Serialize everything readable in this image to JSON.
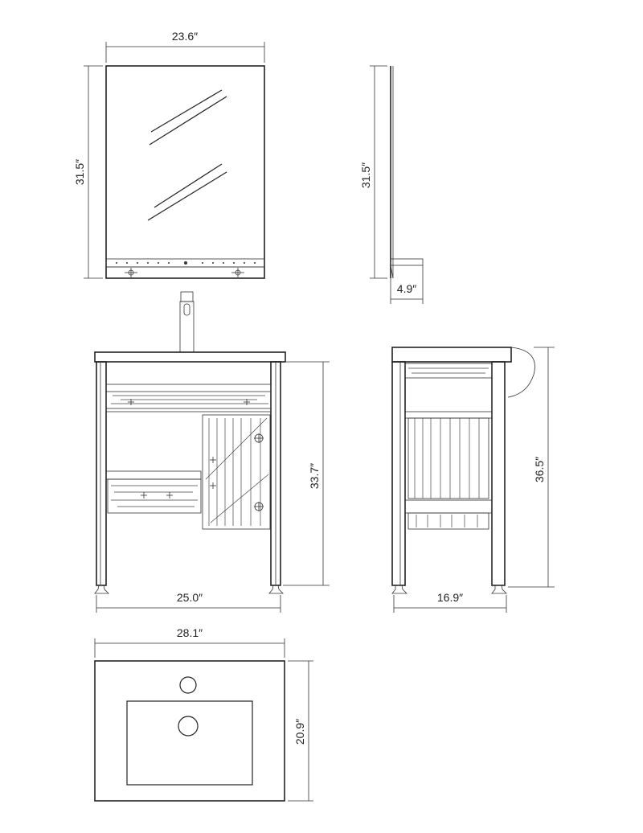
{
  "dimensions": {
    "mirror_width": "23.6″",
    "mirror_height": "31.5″",
    "mirror_side_height": "31.5″",
    "mirror_depth": "4.9″",
    "vanity_height": "33.7″",
    "vanity_width": "25.0″",
    "vanity_total_height": "36.5″",
    "vanity_depth": "16.9″",
    "top_width": "28.1″",
    "top_depth": "20.9″"
  }
}
